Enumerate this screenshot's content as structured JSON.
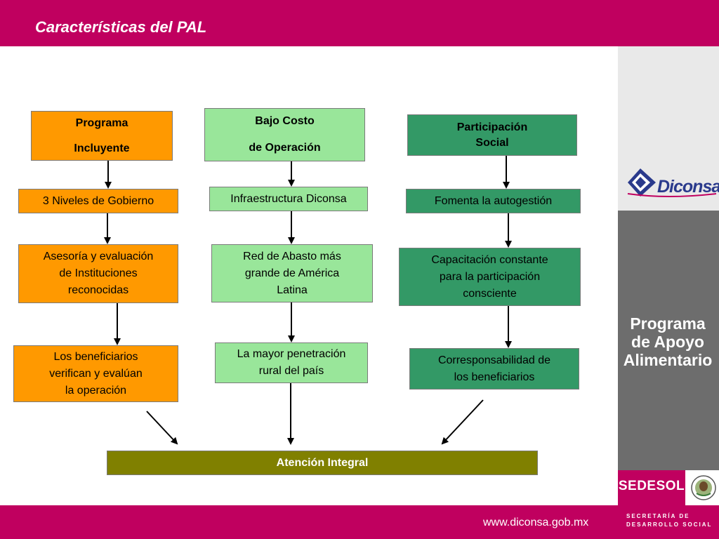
{
  "header": {
    "title": "Características del PAL"
  },
  "footer": {
    "url": "www.diconsa.gob.mx"
  },
  "sidebar": {
    "program_title": "Programa\nde Apoyo\nAlimentario",
    "diconsa_logo": "Diconsa",
    "sedesol_logo": "SEDESOL",
    "secretaria_line1": "SECRETARÍA DE",
    "secretaria_line2": "DESARROLLO SOCIAL"
  },
  "diagram": {
    "col1": {
      "header": [
        "Programa",
        "Incluyente"
      ],
      "items": [
        [
          "3 Niveles de Gobierno"
        ],
        [
          "Asesoría y evaluación",
          "de Instituciones",
          "reconocidas"
        ],
        [
          "Los beneficiarios",
          "verifican y evalúan",
          "la operación"
        ]
      ]
    },
    "col2": {
      "header": [
        "Bajo Costo",
        "de Operación"
      ],
      "items": [
        [
          "Infraestructura Diconsa"
        ],
        [
          "Red de Abasto más",
          "grande de América",
          "Latina"
        ],
        [
          "La mayor penetración",
          "rural del país"
        ]
      ]
    },
    "col3": {
      "header": [
        "Participación",
        "Social"
      ],
      "items": [
        [
          "Fomenta la autogestión"
        ],
        [
          "Capacitación constante",
          "para la participación",
          "consciente"
        ],
        [
          "Corresponsabilidad de",
          "los beneficiarios"
        ]
      ]
    },
    "result": "Atención Integral"
  },
  "colors": {
    "brand": "#c0005f",
    "orange": "#ff9900",
    "light_green": "#99e69a",
    "dark_green": "#339966",
    "olive": "#808000",
    "sidebar_gray": "#6d6d6d"
  }
}
